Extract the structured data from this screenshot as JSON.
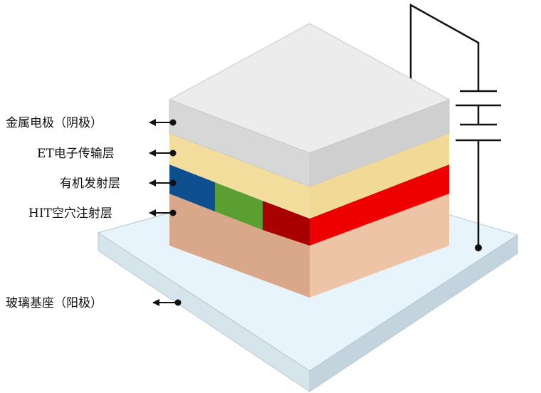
{
  "labels": {
    "cathode": "金属电极（阴极）",
    "etl": "ET电子传输层",
    "eml": "有机发射层",
    "htl": "HIT空穴注射层",
    "anode": "玻璃基座（阳极）"
  },
  "colors": {
    "glass_top": "#e8f4fb",
    "glass_front": "#d6e4ec",
    "glass_side": "#c4d4de",
    "cathode_top": "#ececec",
    "cathode_front": "#d7d7d7",
    "cathode_side": "#cfcfcf",
    "etl": "#f2dd9c",
    "etl_side": "#f0da95",
    "eml_blue": "#0d4f8f",
    "eml_green": "#5b9e32",
    "eml_darkred": "#a80000",
    "eml_red": "#ee0000",
    "htl": "#d9a88a",
    "htl_side": "#eec4a6",
    "wire": "#111111"
  }
}
